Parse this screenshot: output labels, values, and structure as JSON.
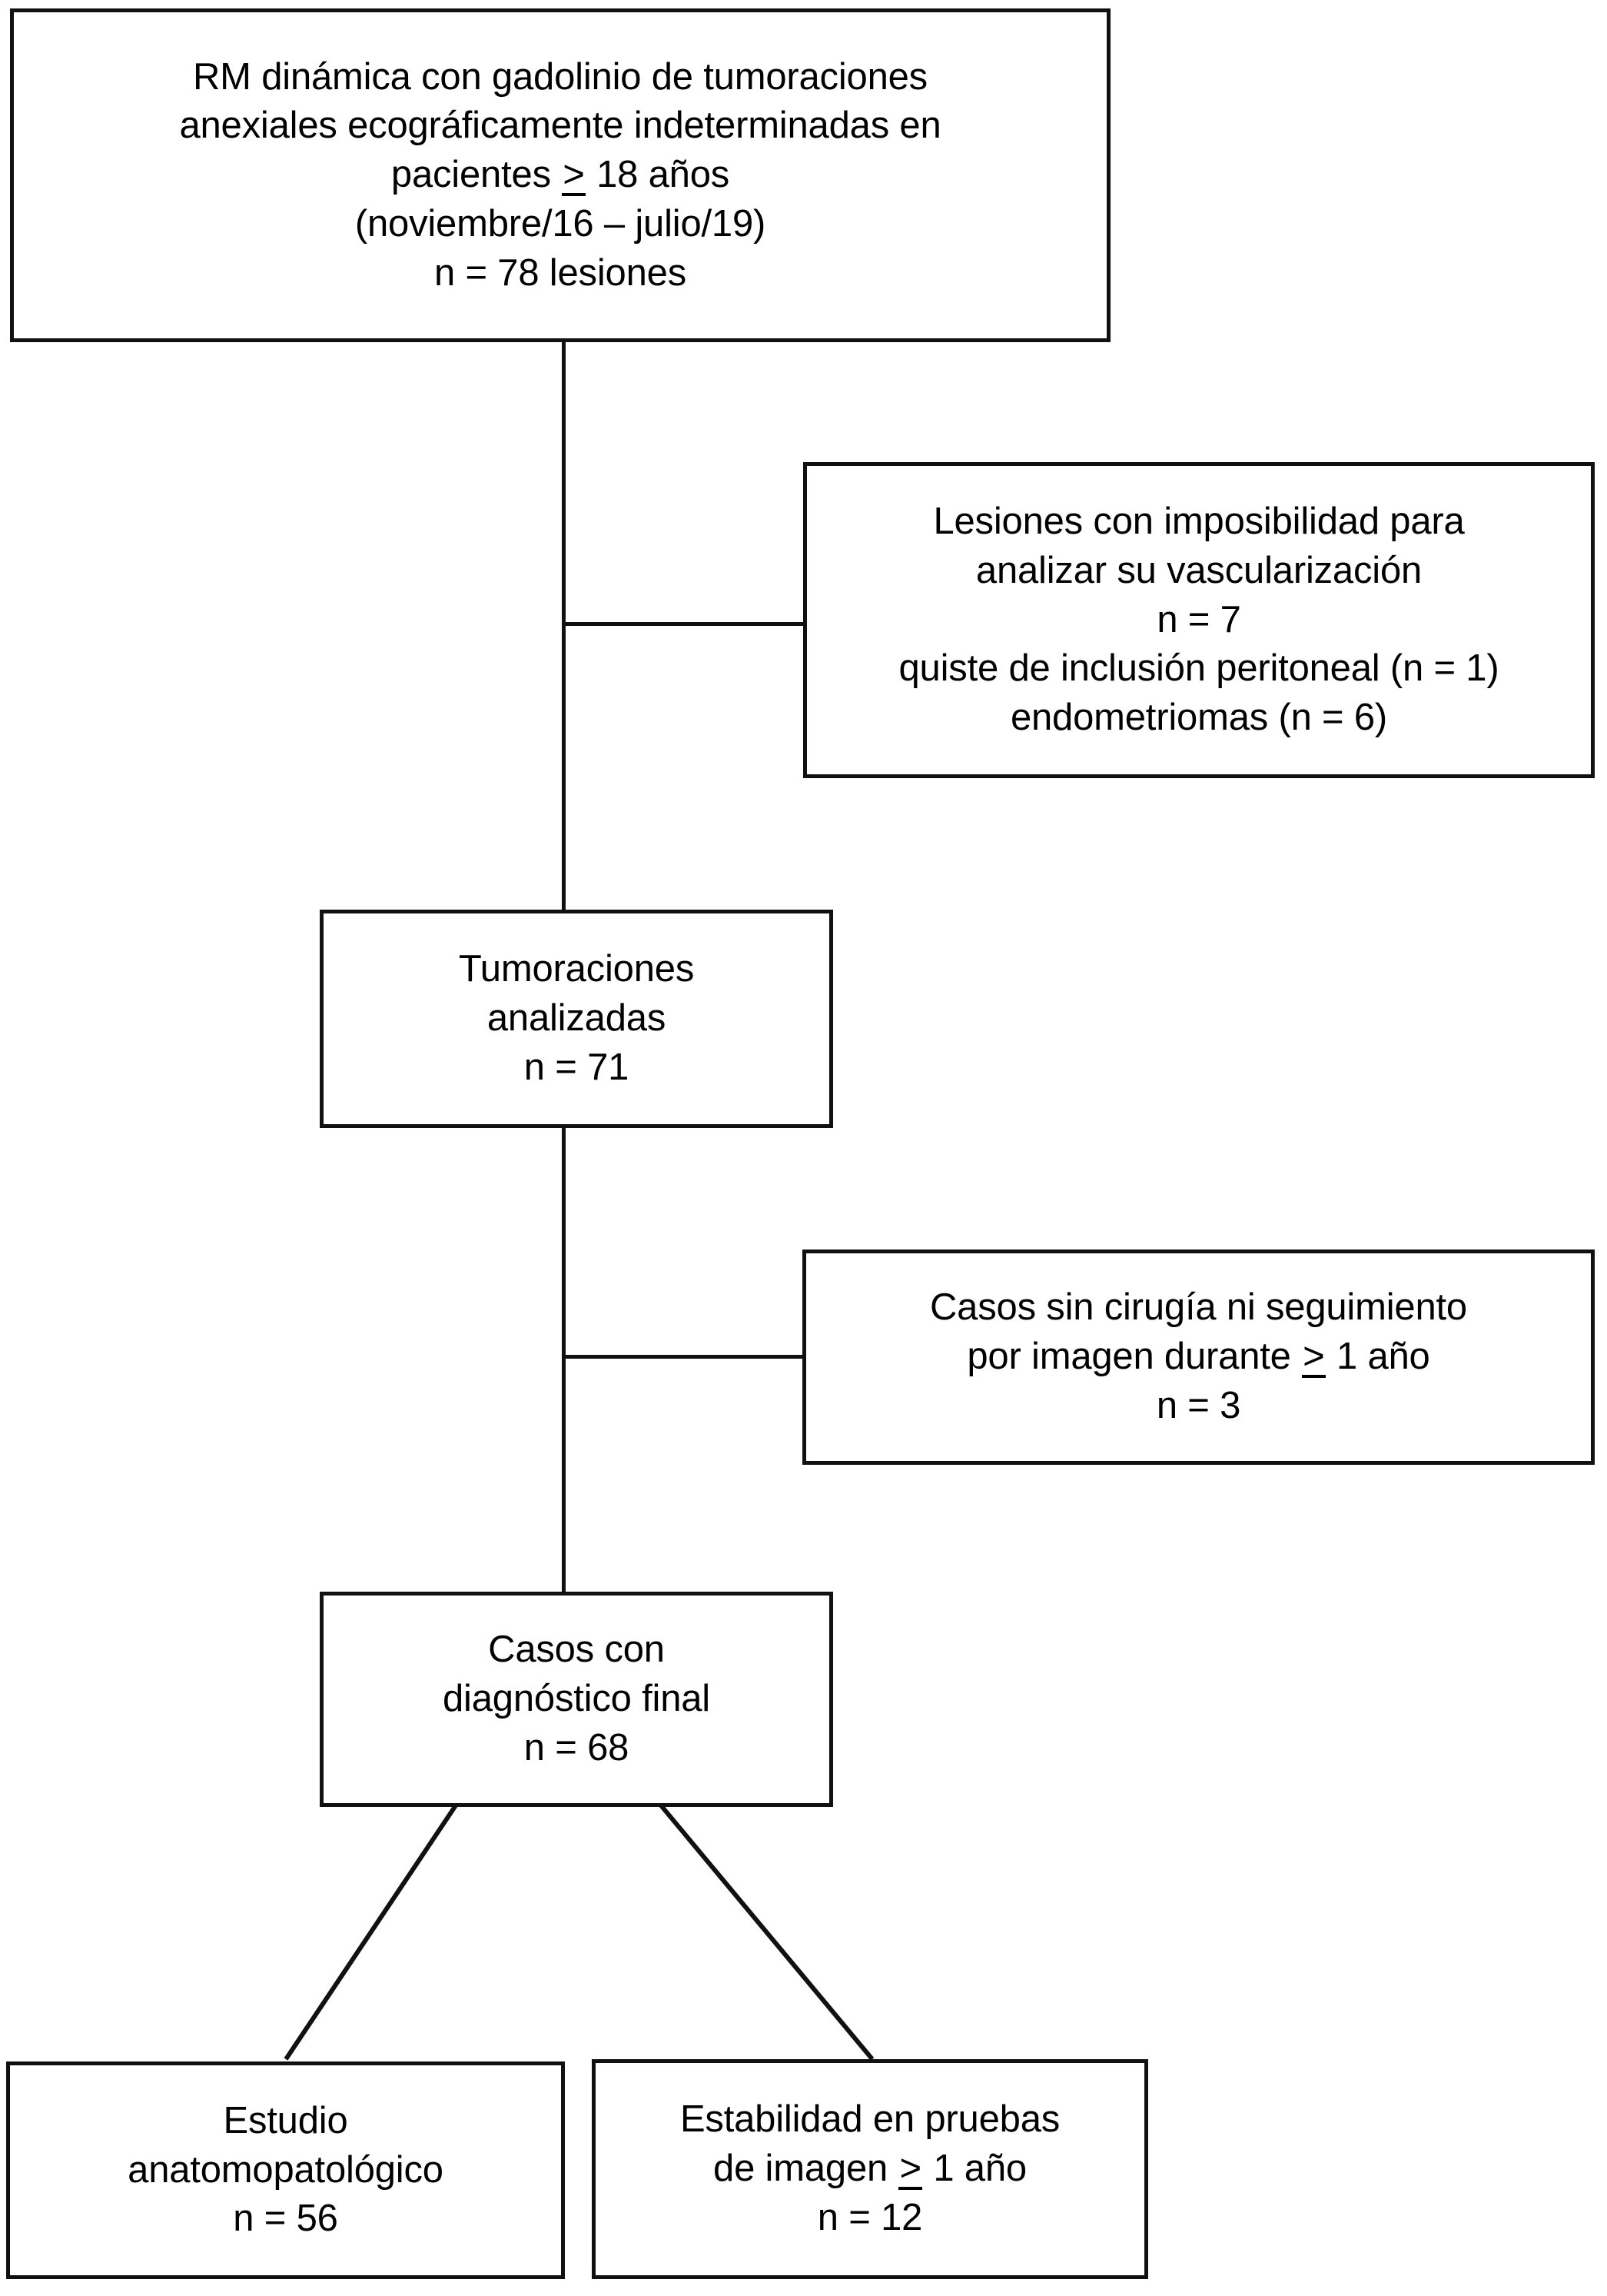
{
  "diagram": {
    "title": "Diagrama de flujo de selección de lesiones anexiales",
    "language": "es",
    "line_color": "#111111",
    "box_fill": "#ffffff",
    "text_color": "#000000"
  },
  "nodes": {
    "source": {
      "name": "RM dinámica con gadolinio",
      "lines": [
        "RM dinámica con gadolinio de tumoraciones",
        "anexiales ecográficamente indeterminadas en",
        "pacientes ≥ 18 años",
        "(noviembre/16 – julio/19)",
        "n = 78 lesiones"
      ],
      "n": 78,
      "n_label": "n = 78 lesiones"
    },
    "excluded_1": {
      "name": "Lesiones con imposibilidad para analizar su vascularización",
      "lines": [
        "Lesiones con imposibilidad para",
        "analizar su vascularización",
        "n = 7",
        "quiste de inclusión peritoneal (n = 1)",
        "endometriomas (n = 6)"
      ],
      "n": 7,
      "n_label": "n = 7",
      "breakdown": [
        {
          "label": "quiste de inclusión peritoneal",
          "n": 1
        },
        {
          "label": "endometriomas",
          "n": 6
        }
      ]
    },
    "analyzed": {
      "name": "Tumoraciones analizadas",
      "lines": [
        "Tumoraciones",
        "analizadas",
        "n = 71"
      ],
      "n": 71,
      "n_label": "n = 71"
    },
    "excluded_2": {
      "name": "Casos sin cirugía ni seguimiento por imagen",
      "lines": [
        "Casos sin cirugía ni seguimiento",
        "por imagen durante ≥ 1 año",
        "n = 3"
      ],
      "n": 3,
      "n_label": "n = 3"
    },
    "final": {
      "name": "Casos con diagnóstico final",
      "lines": [
        "Casos con",
        "diagnóstico final",
        "n = 68"
      ],
      "n": 68,
      "n_label": "n = 68"
    },
    "pathology": {
      "name": "Estudio anatomopatológico",
      "lines": [
        "Estudio",
        "anatomopatológico",
        "n = 56"
      ],
      "n": 56,
      "n_label": "n = 56"
    },
    "stability": {
      "name": "Estabilidad en pruebas de imagen",
      "lines": [
        "Estabilidad en pruebas",
        "de imagen ≥ 1 año",
        "n = 12"
      ],
      "n": 12,
      "n_label": "n = 12"
    }
  },
  "text": {
    "source_l1": "RM dinámica con gadolinio de tumoraciones",
    "source_l2": "anexiales ecográficamente indeterminadas en",
    "source_l3a": "pacientes ",
    "source_l3b": ">",
    "source_l3c": " 18 años",
    "source_l4": "(noviembre/16 – julio/19)",
    "source_l5": "n = 78 lesiones",
    "excluded1_l1": "Lesiones con imposibilidad para",
    "excluded1_l2": "analizar su vascularización",
    "excluded1_l3": "n = 7",
    "excluded1_l4": "quiste de inclusión peritoneal (n = 1)",
    "excluded1_l5": "endometriomas (n = 6)",
    "analyzed_l1": "Tumoraciones",
    "analyzed_l2": "analizadas",
    "analyzed_l3": "n = 71",
    "excluded2_l1": "Casos sin cirugía ni seguimiento",
    "excluded2_l2a": "por imagen durante ",
    "excluded2_l2b": ">",
    "excluded2_l2c": " 1 año",
    "excluded2_l3": "n = 3",
    "final_l1": "Casos con",
    "final_l2": "diagnóstico final",
    "final_l3": "n = 68",
    "pathology_l1": "Estudio",
    "pathology_l2": "anatomopatológico",
    "pathology_l3": "n = 56",
    "stability_l1": "Estabilidad en pruebas",
    "stability_l2a": "de imagen ",
    "stability_l2b": ">",
    "stability_l2c": " 1 año",
    "stability_l3": "n = 12"
  }
}
